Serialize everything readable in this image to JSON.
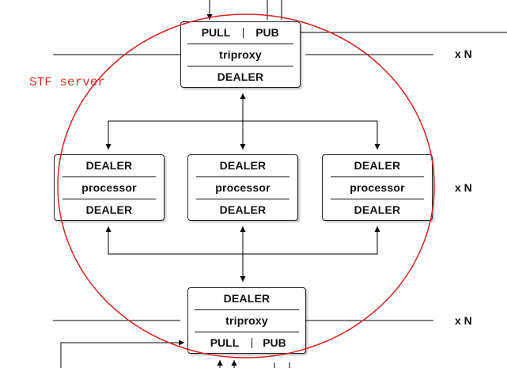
{
  "server_label": "STF server",
  "colors": {
    "ellipse": "#d62020",
    "label": "#e03030",
    "line": "#000000"
  },
  "top_triproxy": {
    "left_socket": "PULL",
    "right_socket": "PUB",
    "name": "triproxy",
    "bottom_socket": "DEALER"
  },
  "processors": [
    {
      "top_socket": "DEALER",
      "name": "processor",
      "bottom_socket": "DEALER"
    },
    {
      "top_socket": "DEALER",
      "name": "processor",
      "bottom_socket": "DEALER"
    },
    {
      "top_socket": "DEALER",
      "name": "processor",
      "bottom_socket": "DEALER"
    }
  ],
  "bottom_triproxy": {
    "top_socket": "DEALER",
    "name": "triproxy",
    "left_socket": "PULL",
    "right_socket": "PUB"
  },
  "multiplicity": {
    "top": "x N",
    "middle": "x N",
    "bottom": "x N"
  }
}
